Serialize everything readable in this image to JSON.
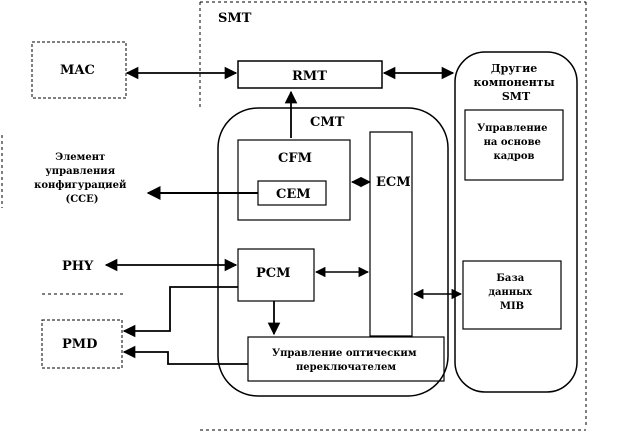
{
  "diagram": {
    "smt_label": "SMT",
    "mac_label": "MAC",
    "rmt_label": "RMT",
    "cmt_label": "CMT",
    "cfm_label": "CFM",
    "cem_label": "CEM",
    "ecm_label": "ECM",
    "pcm_label": "PCM",
    "phy_label": "PHY",
    "pmd_label": "PMD",
    "cce_label": [
      "Элемент",
      "управления",
      "конфигурацией",
      "(CCE)"
    ],
    "other_smt_label": [
      "Другие",
      "компоненты",
      "SMT"
    ],
    "frame_mgmt_label": [
      "Управление",
      "на основе",
      "кадров"
    ],
    "mib_label": [
      "База",
      "данных",
      "MIB"
    ],
    "optical_switch_label": [
      "Управление оптическим",
      "переключателем"
    ]
  }
}
